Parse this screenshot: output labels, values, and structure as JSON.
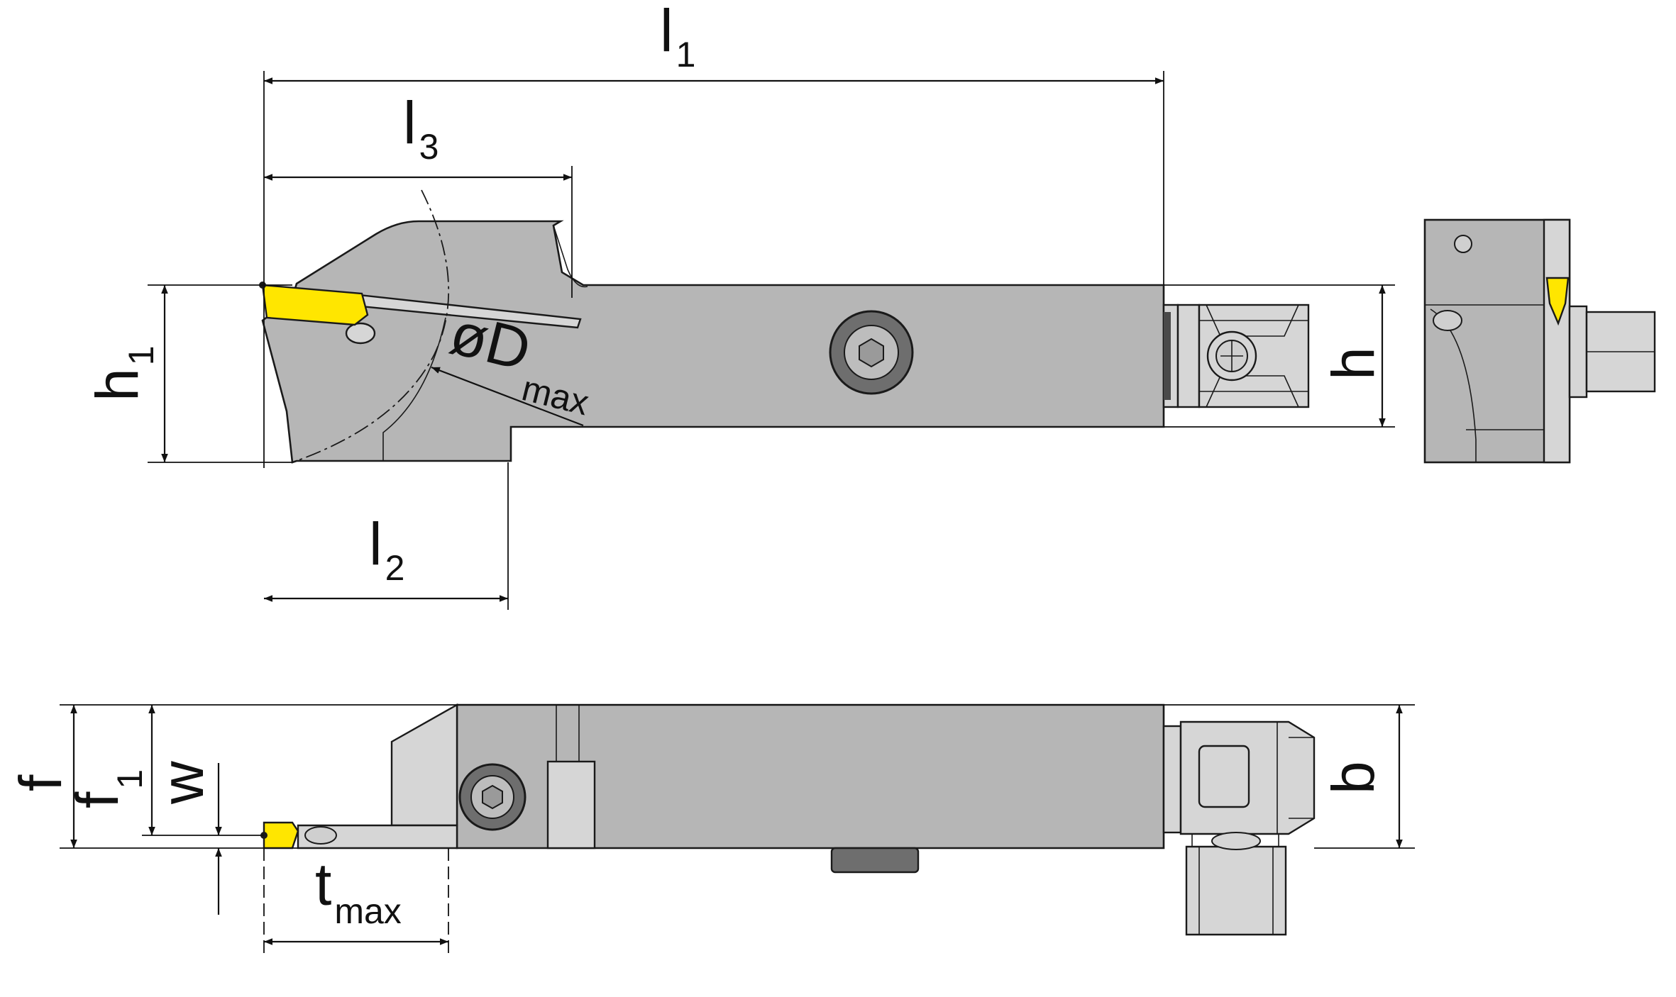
{
  "labels": {
    "l1": {
      "main": "l",
      "sub": "1"
    },
    "l2": {
      "main": "l",
      "sub": "2"
    },
    "l3": {
      "main": "l",
      "sub": "3"
    },
    "h1": {
      "main": "h",
      "sub": "1"
    },
    "h": {
      "main": "h"
    },
    "dmax": {
      "main": "øD",
      "sub": "max"
    },
    "f": {
      "main": "f"
    },
    "f1": {
      "main": "f",
      "sub": "1"
    },
    "w": {
      "main": "w"
    },
    "b": {
      "main": "b"
    },
    "tmax": {
      "main": "t",
      "sub": "max"
    }
  },
  "colors": {
    "body": "#b6b6b6",
    "parts": "#d6d6d6",
    "insert": "#ffe600",
    "line": "#1a1a1a"
  }
}
